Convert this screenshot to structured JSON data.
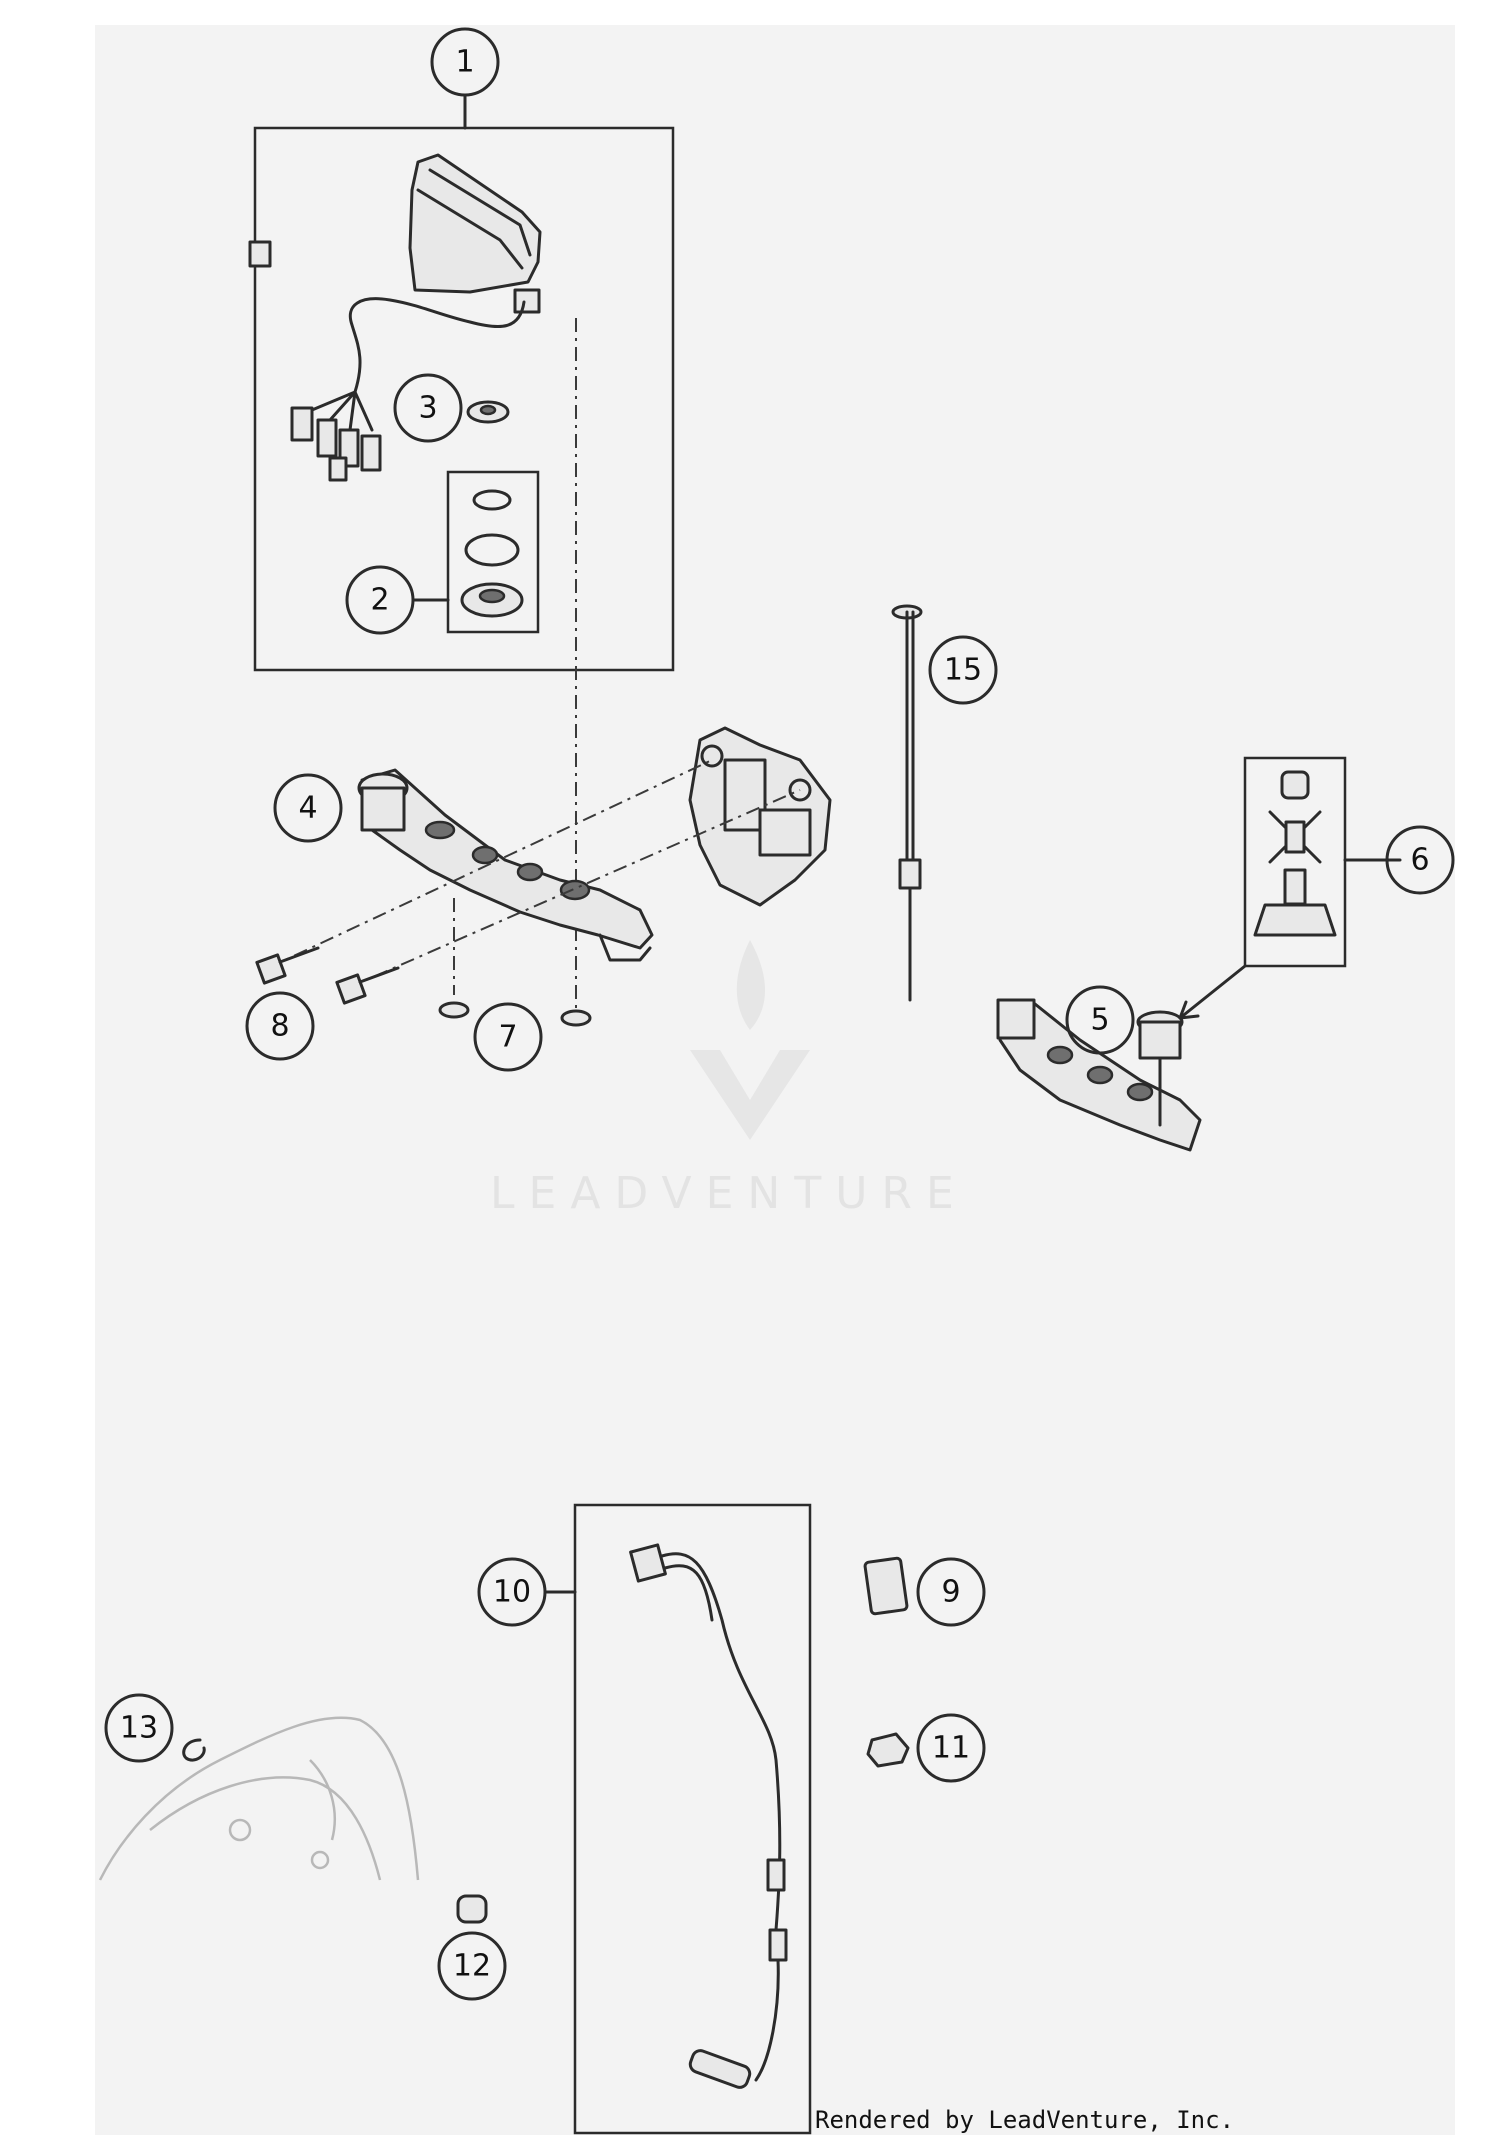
{
  "callouts": {
    "c1": "1",
    "c2": "2",
    "c3": "3",
    "c4": "4",
    "c5": "5",
    "c6": "6",
    "c7": "7",
    "c8": "8",
    "c9": "9",
    "c10": "10",
    "c11": "11",
    "c12": "12",
    "c13": "13",
    "c15": "15"
  },
  "watermark": {
    "text": "LEADVENTURE"
  },
  "footer": {
    "text": "Rendered by LeadVenture, Inc."
  },
  "colors": {
    "background": "#ffffff",
    "panel": "#f3f3f3",
    "line": "#2b2b2b",
    "watermark": "#e3e3e3"
  }
}
